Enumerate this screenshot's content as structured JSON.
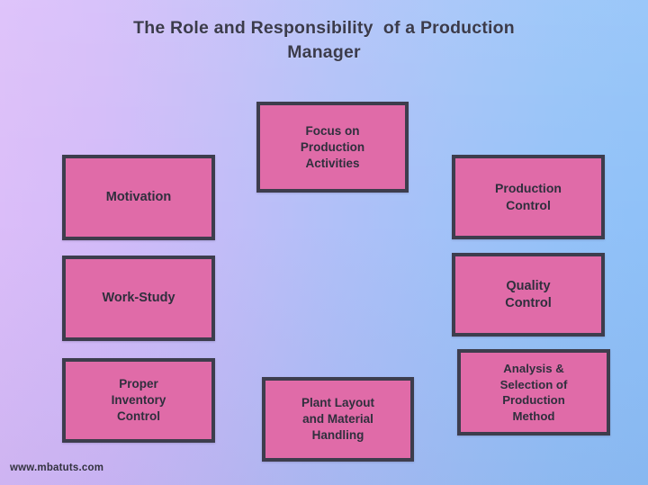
{
  "slide": {
    "title": "The Role and Responsibility  of a Production\nManager",
    "footer": "www.mbatuts.com",
    "colors": {
      "box_fill": "#e06ba8",
      "box_border": "#3d3d4d",
      "title_text": "#3b3b4b",
      "box_text": "#2f2f3d",
      "background_left": "#dbbdf9",
      "background_right": "#8fc1f8"
    }
  },
  "nodes": [
    {
      "id": "focus",
      "label": "Focus on\nProduction\nActivities",
      "column": "center"
    },
    {
      "id": "motivation",
      "label": "Motivation",
      "column": "left"
    },
    {
      "id": "production-control",
      "label": "Production\nControl",
      "column": "right"
    },
    {
      "id": "work-study",
      "label": "Work-Study",
      "column": "left"
    },
    {
      "id": "quality-control",
      "label": "Quality\nControl",
      "column": "right"
    },
    {
      "id": "proper-inventory",
      "label": "Proper\nInventory\nControl",
      "column": "left"
    },
    {
      "id": "analysis",
      "label": "Analysis &\nSelection of\nProduction\nMethod",
      "column": "right"
    },
    {
      "id": "plant-layout",
      "label": "Plant Layout\nand Material\nHandling",
      "column": "center"
    }
  ]
}
